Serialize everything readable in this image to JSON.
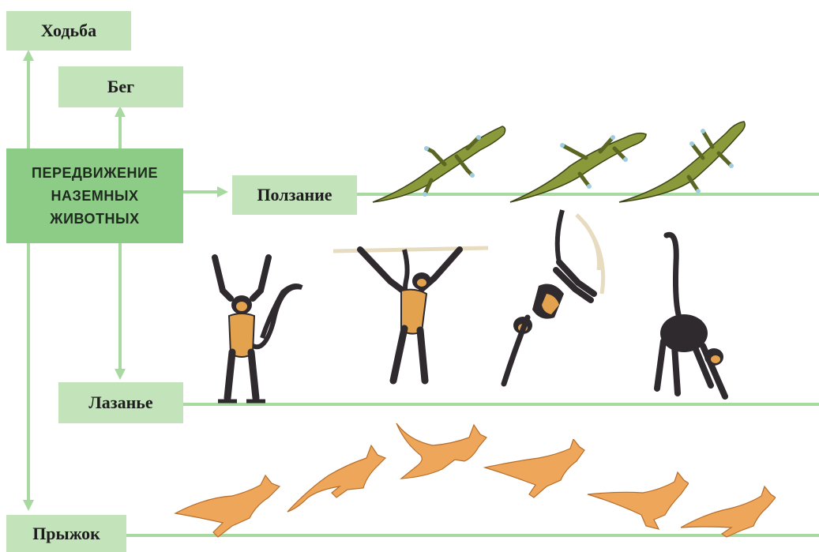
{
  "diagram": {
    "center": {
      "label": "ПЕРЕДВИЖЕНИЕ\nНАЗЕМНЫХ\nЖИВОТНЫХ"
    },
    "nodes": {
      "walking": "Ходьба",
      "running": "Бег",
      "crawling": "Ползание",
      "climbing": "Лазанье",
      "jumping": "Прыжок"
    },
    "illustrations": {
      "crawling": {
        "animal": "lizard",
        "count": 3
      },
      "climbing": {
        "animal": "spider-monkey",
        "count": 4
      },
      "jumping": {
        "animal": "kangaroo",
        "count": 6
      }
    }
  },
  "colors": {
    "line": "#a8d9a0",
    "box": "#c3e4bb",
    "center_box": "#8ccc86",
    "lizard": "#8a9a3a",
    "monkey_dark": "#2f2a2e",
    "monkey_light": "#e2a24e",
    "kangaroo": "#eda65a"
  }
}
